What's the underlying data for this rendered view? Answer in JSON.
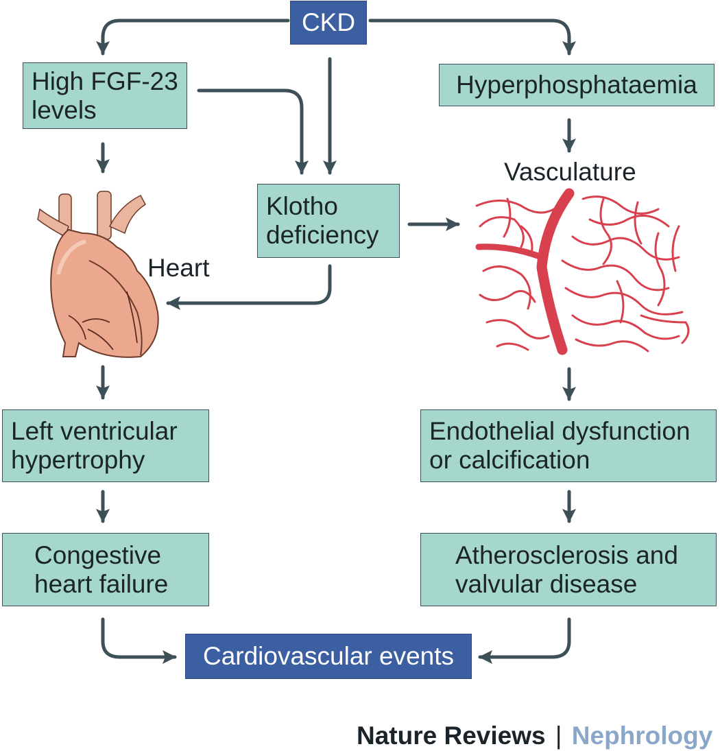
{
  "nodes": {
    "ckd": "CKD",
    "fgf23": [
      "High FGF-23",
      "levels"
    ],
    "hyperphos": "Hyperphosphataemia",
    "klotho": [
      "Klotho",
      "deficiency"
    ],
    "lvh": [
      "Left ventricular",
      "hypertrophy"
    ],
    "chf": [
      "Congestive",
      "heart failure"
    ],
    "endothelial": [
      "Endothelial dysfunction",
      "or calcification"
    ],
    "athero": [
      "Atherosclerosis and",
      "valvular disease"
    ],
    "cv_events": "Cardiovascular events"
  },
  "labels": {
    "heart": "Heart",
    "vasculature": "Vasculature"
  },
  "credit": {
    "journal": "Nature Reviews",
    "separator": "|",
    "section": "Nephrology"
  },
  "colors": {
    "box_fill": "#a6d7cc",
    "dark_box_fill": "#3b5fa0",
    "arrow": "#3d4f57",
    "vessel": "#d9404e",
    "heart": "#ecae96",
    "credit_accent": "#8aa7c9"
  }
}
